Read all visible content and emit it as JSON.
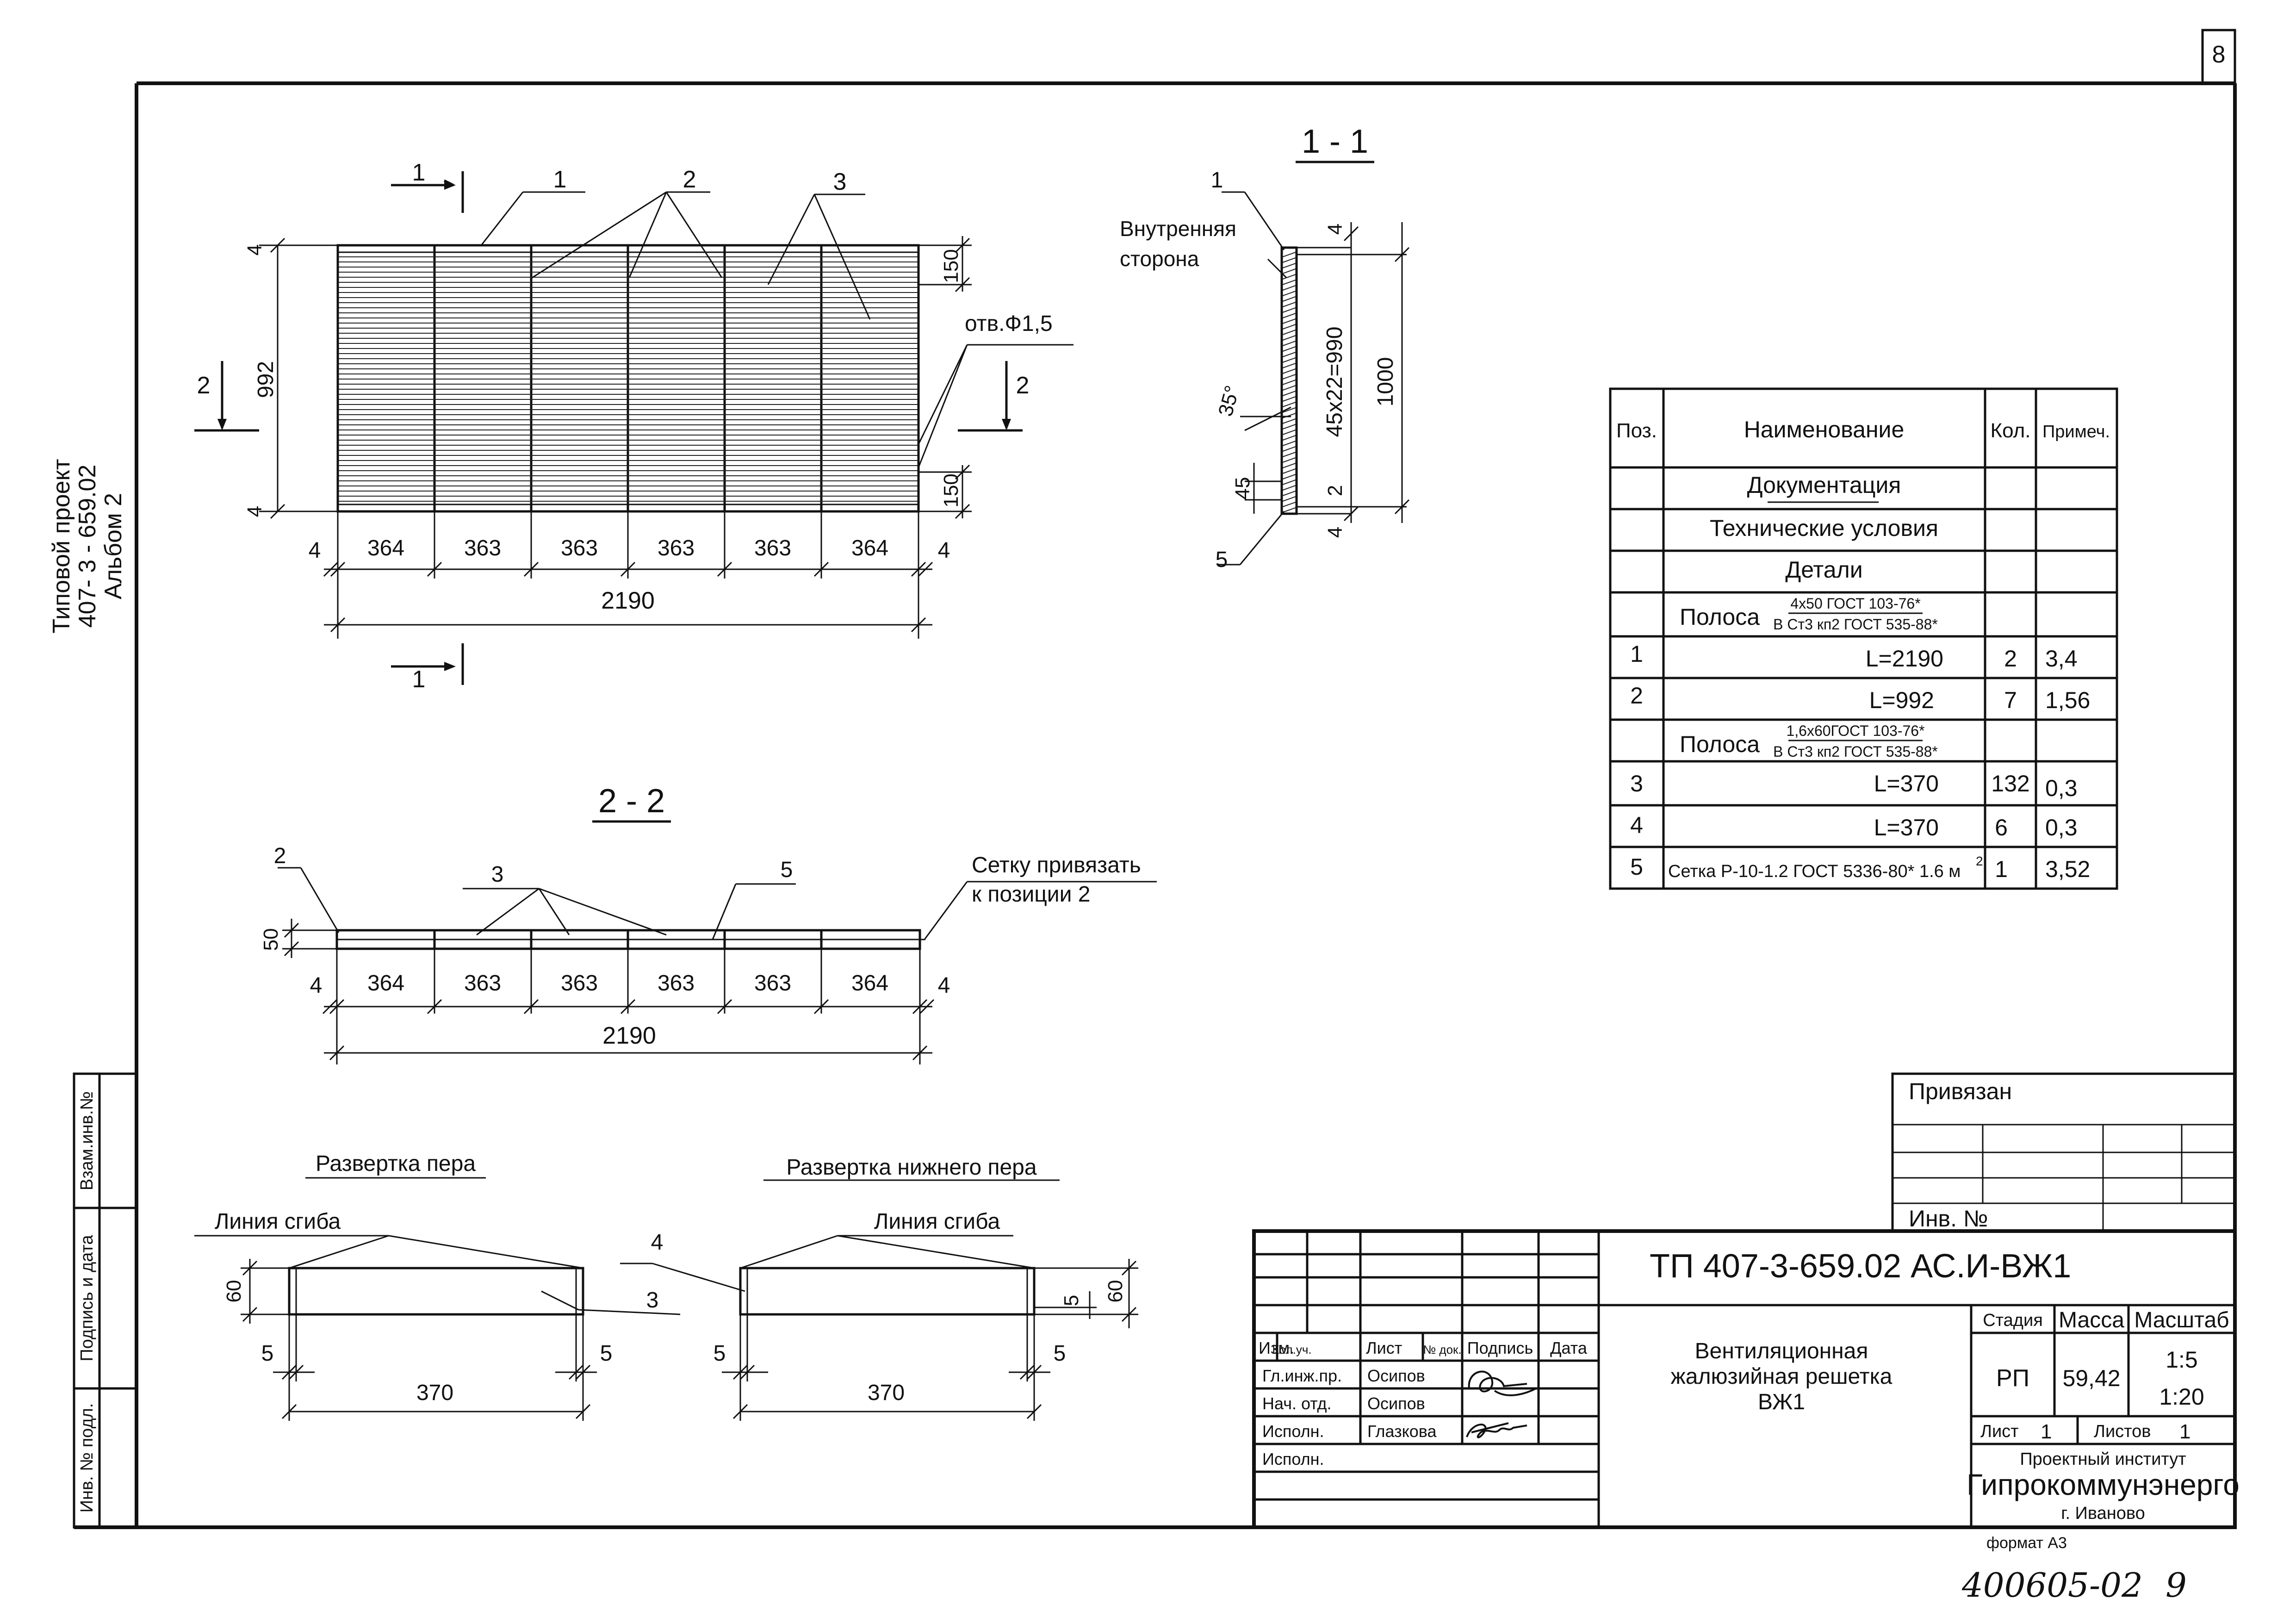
{
  "page_number": "8",
  "side_stamp": {
    "line1": "Типовой проект",
    "line2": "407- 3 - 659.02",
    "line3": "Альбом 2"
  },
  "left_strip": {
    "vzam": "Взам.инв.№",
    "podpis": "Подпись и дата",
    "inv_podl": "Инв. № подл."
  },
  "view_top": {
    "cut_1": "1",
    "cut_2": "2",
    "leader_1": "1",
    "leader_2": "2",
    "leader_3": "3",
    "hole_label": "отв.Ф1,5",
    "dim_height": "992",
    "dim_top_edge": "4",
    "dim_bottom_edge": "4",
    "dim_hole_top": "150",
    "dim_hole_bottom": "150",
    "panel_widths": [
      "364",
      "363",
      "363",
      "363",
      "363",
      "364"
    ],
    "dim_left_end": "4",
    "dim_right_end": "4",
    "dim_total": "2190"
  },
  "section_1_1": {
    "title": "1 - 1",
    "leader_1": "1",
    "leader_5": "5",
    "inner_side_line1": "Внутренняя",
    "inner_side_line2": "сторона",
    "angle": "35°",
    "dim_pitch": "45х22=990",
    "dim_total": "1000",
    "dim_top": "4",
    "dim_bottom": "4",
    "dim_small": "2",
    "dim_45": "45"
  },
  "section_2_2": {
    "title": "2 - 2",
    "leader_2": "2",
    "leader_3": "3",
    "leader_5": "5",
    "mesh_note_line1": "Сетку привязать",
    "mesh_note_line2": "к позиции 2",
    "dim_height": "50",
    "panel_widths": [
      "364",
      "363",
      "363",
      "363",
      "363",
      "364"
    ],
    "dim_left_end": "4",
    "dim_right_end": "4",
    "dim_total": "2190"
  },
  "unfold_blade": {
    "title": "Развертка пера",
    "bend_line": "Линия сгиба",
    "dim_height": "60",
    "dim_left": "5",
    "dim_right": "5",
    "dim_width": "370",
    "leader": "3"
  },
  "unfold_lower_blade": {
    "title": "Развертка нижнего пера",
    "bend_line": "Линия сгиба",
    "dim_height": "60",
    "dim_small": "5",
    "dim_left": "5",
    "dim_right": "5",
    "dim_width": "370",
    "leader": "4"
  },
  "spec_table": {
    "headers": [
      "Поз.",
      "Наименование",
      "Кол.",
      "Примеч."
    ],
    "rows": [
      {
        "pos": "",
        "name": "Документация",
        "qty": "",
        "note": ""
      },
      {
        "pos": "",
        "name": "Технические условия",
        "qty": "",
        "note": ""
      },
      {
        "pos": "",
        "name": "Детали",
        "qty": "",
        "note": ""
      },
      {
        "pos": "",
        "name": "Полоса",
        "name_top": "4х50 ГОСТ 103-76*",
        "name_bottom": "В Ст3 кп2 ГОСТ 535-88*",
        "qty": "",
        "note": ""
      },
      {
        "pos": "1",
        "name": "L=2190",
        "qty": "2",
        "note": "3,4"
      },
      {
        "pos": "2",
        "name": "L=992",
        "qty": "7",
        "note": "1,56"
      },
      {
        "pos": "",
        "name": "Полоса",
        "name_top": "1,6х60ГОСТ 103-76*",
        "name_bottom": "В Ст3 кп2 ГОСТ 535-88*",
        "qty": "",
        "note": ""
      },
      {
        "pos": "3",
        "name": "L=370",
        "qty": "132",
        "note": "0,3"
      },
      {
        "pos": "4",
        "name": "L=370",
        "qty": "6",
        "note": "0,3"
      },
      {
        "pos": "5",
        "name": "Сетка Р-10-1.2 ГОСТ 5336-80* 1.6 м",
        "name_sup": "2",
        "qty": "1",
        "note": "3,52"
      }
    ]
  },
  "title_block": {
    "bound": "Привязан",
    "inv_no": "Инв. №",
    "doc_code": "ТП   407-3-659.02   АС.И-ВЖ1",
    "name_line1": "Вентиляционная",
    "name_line2": "жалюзийная решетка",
    "name_line3": "ВЖ1",
    "stage_label": "Стадия",
    "mass_label": "Масса",
    "scale_label": "Масштаб",
    "stage": "РП",
    "mass": "59,42",
    "scale1": "1:5",
    "scale2": "1:20",
    "sheet_label": "Лист",
    "sheet_no": "1",
    "sheets_label": "Листов",
    "sheets_no": "1",
    "org_line1": "Проектный институт",
    "org_line2": "Гипрокоммунэнерго",
    "org_line3": "г. Иваново",
    "col_izm": "Изм.",
    "col_kol": "Кол.уч.",
    "col_list": "Лист",
    "col_ndok": "№ док.",
    "col_podpis": "Подпись",
    "col_data": "Дата",
    "roles": [
      {
        "role": "Гл.инж.пр.",
        "name": "Осипов"
      },
      {
        "role": "Нач. отд.",
        "name": "Осипов"
      },
      {
        "role": "Исполн.",
        "name": "Глазкова"
      },
      {
        "role": "Исполн.",
        "name": ""
      }
    ],
    "format": "формат А3"
  },
  "handwritten": {
    "archive_no": "400605-02",
    "page": "9"
  }
}
